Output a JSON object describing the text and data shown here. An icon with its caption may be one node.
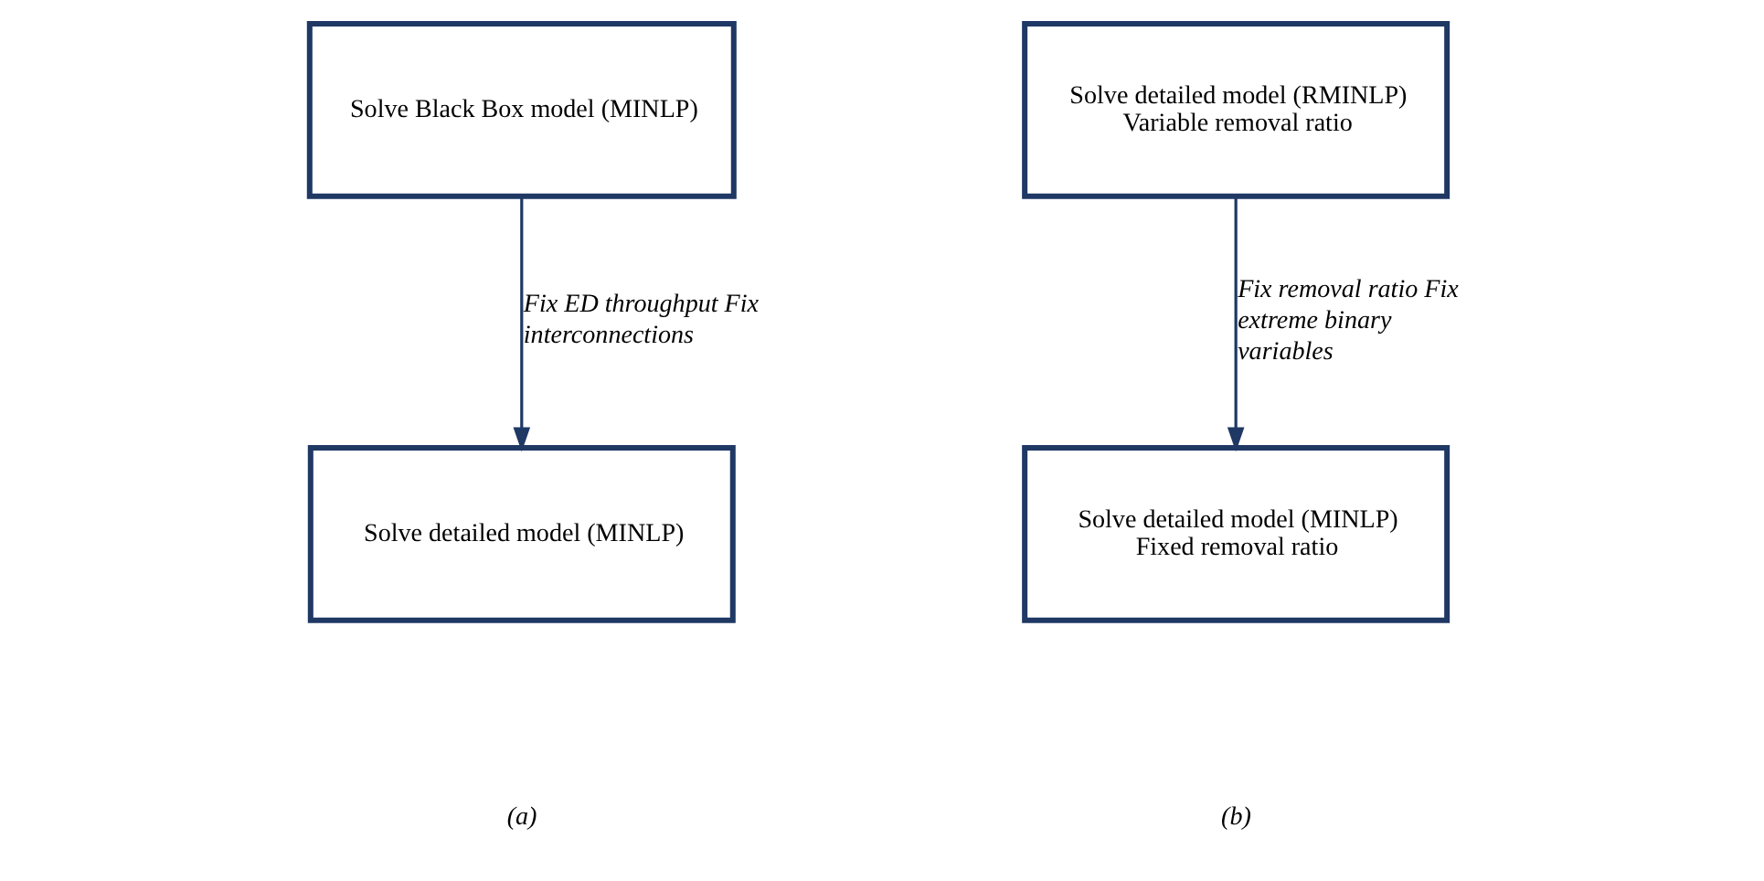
{
  "diagram": {
    "nodes": [
      {
        "text": [
          "Solve Black Box model (MINLP)"
        ]
      },
      {
        "text": [
          "Solve detailed model (MINLP)"
        ]
      },
      {
        "text": [
          "Solve detailed model (RMINLP)",
          "Variable removal ratio"
        ]
      },
      {
        "text": [
          "Solve detailed model (MINLP)",
          "Fixed removal ratio"
        ]
      }
    ],
    "edges": [
      {
        "from": 0,
        "to": 1,
        "arrow": "to",
        "label": "Fix ED throughput Fix interconnections"
      },
      {
        "from": 2,
        "to": 3,
        "arrow": "to",
        "label": "Fix removal ratio Fix extreme binary variables"
      }
    ],
    "labels": [
      "(a)",
      "(b)"
    ]
  }
}
